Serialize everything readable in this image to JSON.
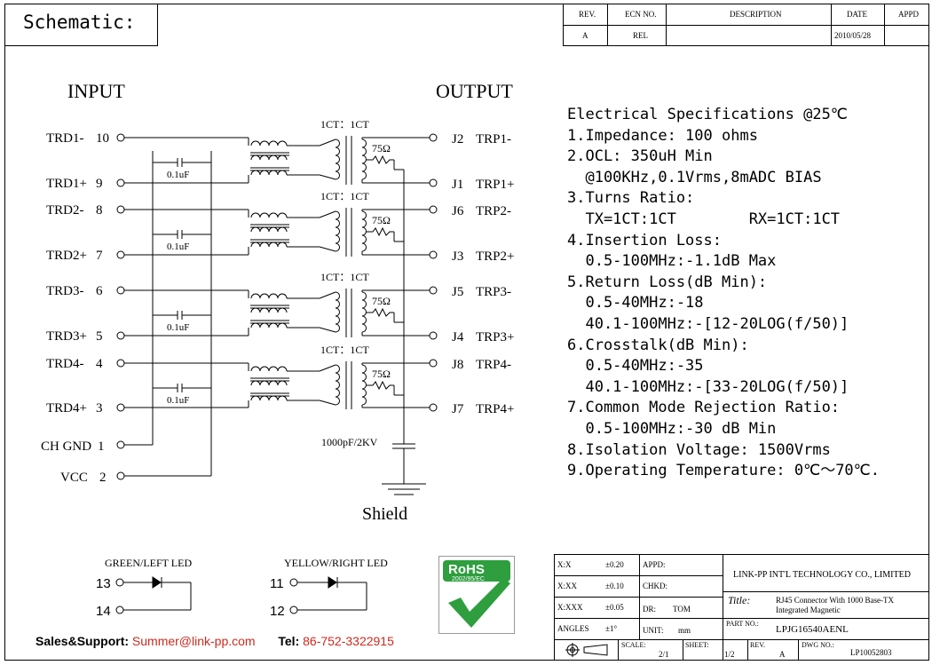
{
  "header": {
    "title": "Schematic:"
  },
  "revision": {
    "headers": [
      "REV.",
      "ECN NO.",
      "DESCRIPTION",
      "DATE",
      "APPD"
    ],
    "row": [
      "A",
      "REL",
      "",
      "2010/05/28",
      ""
    ]
  },
  "schematic": {
    "input_label": "INPUT",
    "output_label": "OUTPUT",
    "shield_label": "Shield",
    "cap_label": "1000pF/2KV",
    "ratio_label": "1CT：1CT",
    "resistor_label": "75Ω",
    "cap_small_label": "0.1uF",
    "inputs": [
      {
        "name": "TRD1-",
        "pin": "10"
      },
      {
        "name": "TRD1+",
        "pin": "9"
      },
      {
        "name": "TRD2-",
        "pin": "8"
      },
      {
        "name": "TRD2+",
        "pin": "7"
      },
      {
        "name": "TRD3-",
        "pin": "6"
      },
      {
        "name": "TRD3+",
        "pin": "5"
      },
      {
        "name": "TRD4-",
        "pin": "4"
      },
      {
        "name": "TRD4+",
        "pin": "3"
      },
      {
        "name": "CH GND",
        "pin": "1"
      },
      {
        "name": "VCC",
        "pin": "2"
      }
    ],
    "outputs": [
      {
        "pin": "J2",
        "name": "TRP1-"
      },
      {
        "pin": "J1",
        "name": "TRP1+"
      },
      {
        "pin": "J6",
        "name": "TRP2-"
      },
      {
        "pin": "J3",
        "name": "TRP2+"
      },
      {
        "pin": "J5",
        "name": "TRP3-"
      },
      {
        "pin": "J4",
        "name": "TRP3+"
      },
      {
        "pin": "J8",
        "name": "TRP4-"
      },
      {
        "pin": "J7",
        "name": "TRP4+"
      }
    ]
  },
  "specs": [
    "Electrical Specifications @25℃",
    "1.Impedance: 100 ohms",
    "2.OCL: 350uH Min",
    "  @100KHz,0.1Vrms,8mADC BIAS",
    "3.Turns Ratio:",
    "  TX=1CT:1CT        RX=1CT:1CT",
    "4.Insertion Loss:",
    "  0.5-100MHz:-1.1dB Max",
    "5.Return Loss(dB Min):",
    "  0.5-40MHz:-18",
    "  40.1-100MHz:-[12-20LOG(f/50)]",
    "6.Crosstalk(dB Min):",
    "  0.5-40MHz:-35",
    "  40.1-100MHz:-[33-20LOG(f/50)]",
    "7.Common Mode Rejection Ratio:",
    "  0.5-100MHz:-30 dB Min",
    "8.Isolation Voltage: 1500Vrms",
    "9.Operating Temperature: 0℃～70℃."
  ],
  "leds": {
    "green_label": "GREEN/LEFT LED",
    "yellow_label": "YELLOW/RIGHT LED",
    "green_pins": [
      "13",
      "14"
    ],
    "yellow_pins": [
      "11",
      "12"
    ]
  },
  "rohs": {
    "title": "RoHS",
    "sub": "2002/95/EC",
    "color": "#2e9e3e"
  },
  "contact": {
    "sales_label": "Sales&Support:",
    "sales_email": "Summer@link-pp.com",
    "tel_label": "Tel:",
    "tel_value": "86-752-3322915",
    "accent": "#cc2a1e"
  },
  "titleblock": {
    "tol": [
      {
        "k": "X:X",
        "v": "±0.20"
      },
      {
        "k": "X:XX",
        "v": "±0.10"
      },
      {
        "k": "X:XXX",
        "v": "±0.05"
      },
      {
        "k": "ANGLES",
        "v": "±1°"
      }
    ],
    "appd": "APPD:",
    "chkd": "CHKD:",
    "dr_label": "DR:",
    "dr_value": "TOM",
    "unit_label": "UNIT:",
    "unit_value": "mm",
    "company": "LINK-PP INT'L TECHNOLOGY CO., LIMITED",
    "title_label": "Title:",
    "title_line1": "RJ45 Connector With 1000 Base-TX",
    "title_line2": "Integrated Magnetic",
    "part_label": "PART NO.:",
    "part_value": "LPJG16540AENL",
    "scale_label": "SCALE:",
    "scale_value": "2/1",
    "sheet_label": "SHEET:",
    "sheet_value": "1/2",
    "rev_label": "REV.",
    "rev_value": "A",
    "dwg_label": "DWG NO.:",
    "dwg_value": "LP10052803"
  }
}
